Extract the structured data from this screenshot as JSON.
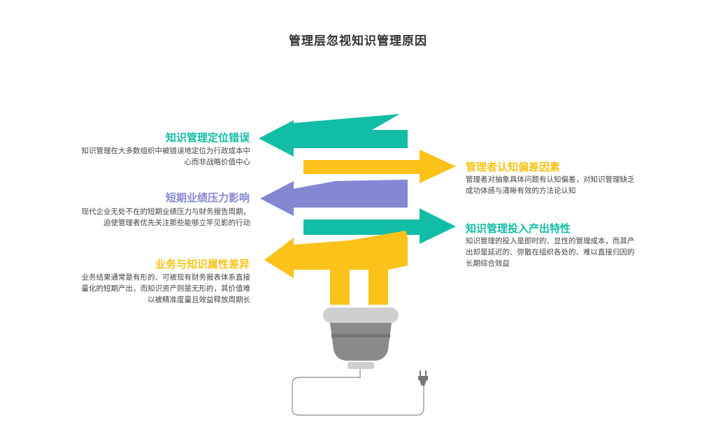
{
  "title": "管理层忽视知识管理原因",
  "colors": {
    "teal": "#12bda5",
    "yellow": "#fbc21a",
    "purple": "#8488d3",
    "gray": "#8a8a8a",
    "dark_gray": "#757575",
    "light_gray": "#cfcfcf"
  },
  "items": [
    {
      "side": "left",
      "color": "#12bda5",
      "heading": "知识管理定位错误",
      "desc": [
        "知识管理在大多数组织中被错误地定位为行政成本中",
        "心而非战略价值中心"
      ]
    },
    {
      "side": "right",
      "color": "#fbc21a",
      "heading": "管理者认知偏差因素",
      "desc": [
        "管理者对抽象具体问题有认知偏差，对知识管理缺乏",
        "成功体感与清晰有效的方法论认知"
      ]
    },
    {
      "side": "left",
      "color": "#8488d3",
      "heading": "短期业绩压力影响",
      "desc": [
        "现代企业无处不在的短期业绩压力与财务报告周期，",
        "迫使管理者优先关注那些能够立竿见影的行动"
      ]
    },
    {
      "side": "right",
      "color": "#12bda5",
      "heading": "知识管理投入产出特性",
      "desc": [
        "知识管理的投入是即时的、显性的管理成本，而其产",
        "出却是延迟的、弥散在组织各处的、难以直接归因的",
        "长期综合效益"
      ]
    },
    {
      "side": "left",
      "color": "#fbc21a",
      "heading": "业务与知识属性差异",
      "desc": [
        "业务结果通常是有形的、可被现有财务报表体系直接",
        "量化的短期产出，而知识资产则是无形的，其价值难",
        "以被精准度量且效益释放周期长"
      ]
    }
  ]
}
